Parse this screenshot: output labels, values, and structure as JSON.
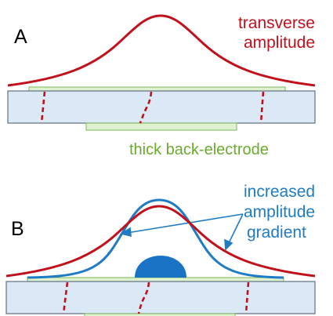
{
  "panel_a": {
    "label": "A",
    "curve_label_line1": "transverse",
    "curve_label_line2": "amplitude",
    "electrode_label": "thick back-electrode"
  },
  "panel_b": {
    "label": "B",
    "annotation_line1": "increased",
    "annotation_line2": "amplitude",
    "annotation_line3": "gradient"
  },
  "colors": {
    "red_curve": "#c0111d",
    "blue_curve": "#1f7bc6",
    "crystal_fill": "#dbe9f6",
    "crystal_stroke": "#5f7080",
    "electrode_fill": "#dff2d0",
    "electrode_stroke": "#7fb75b",
    "green_text": "#6aab2e",
    "blue_text": "#1f7bc6",
    "droplet": "#1a73c4"
  }
}
